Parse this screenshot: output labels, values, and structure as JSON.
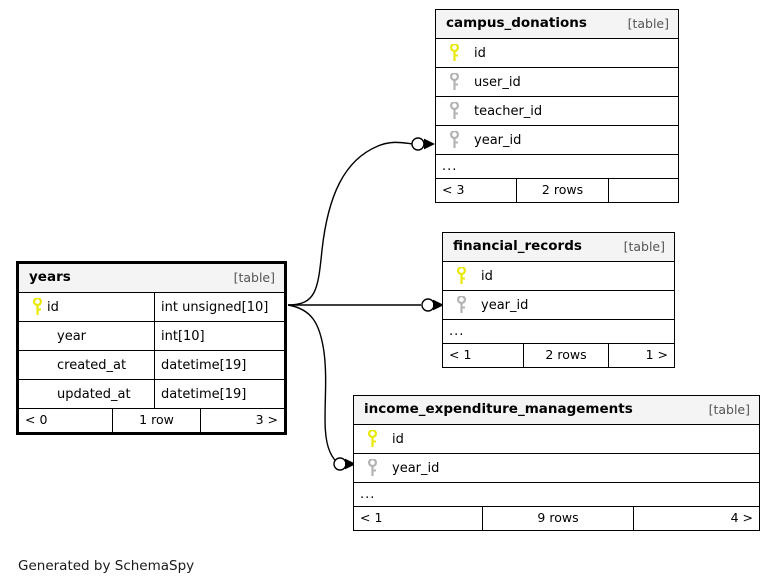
{
  "diagram": {
    "generator_credit": "Generated by SchemaSpy",
    "kind_label": "[table]",
    "ellipsis": "...",
    "colors": {
      "primary_key_icon": "#e8e80a",
      "foreign_key_icon": "#b3b3b3",
      "header_band": "#f4f4f4",
      "border": "#000000",
      "background": "#ffffff"
    }
  },
  "tables": {
    "years": {
      "name": "years",
      "kind": "[table]",
      "focal": true,
      "columns": [
        {
          "name": "id",
          "type": "int unsigned[10]",
          "key": "primary"
        },
        {
          "name": "year",
          "type": "int[10]",
          "key": "none"
        },
        {
          "name": "created_at",
          "type": "datetime[19]",
          "key": "none"
        },
        {
          "name": "updated_at",
          "type": "datetime[19]",
          "key": "none"
        }
      ],
      "has_ellipsis": false,
      "footer": {
        "left": "< 0",
        "center": "1 row",
        "right": "3 >"
      }
    },
    "campus_donations": {
      "name": "campus_donations",
      "kind": "[table]",
      "focal": false,
      "columns": [
        {
          "name": "id",
          "type": "",
          "key": "primary"
        },
        {
          "name": "user_id",
          "type": "",
          "key": "foreign"
        },
        {
          "name": "teacher_id",
          "type": "",
          "key": "foreign"
        },
        {
          "name": "year_id",
          "type": "",
          "key": "foreign"
        }
      ],
      "has_ellipsis": true,
      "footer": {
        "left": "< 3",
        "center": "2 rows",
        "right": ""
      }
    },
    "financial_records": {
      "name": "financial_records",
      "kind": "[table]",
      "focal": false,
      "columns": [
        {
          "name": "id",
          "type": "",
          "key": "primary"
        },
        {
          "name": "year_id",
          "type": "",
          "key": "foreign"
        }
      ],
      "has_ellipsis": true,
      "footer": {
        "left": "< 1",
        "center": "2 rows",
        "right": "1 >"
      }
    },
    "income_expenditure_managements": {
      "name": "income_expenditure_managements",
      "kind": "[table]",
      "focal": false,
      "columns": [
        {
          "name": "id",
          "type": "",
          "key": "primary"
        },
        {
          "name": "year_id",
          "type": "",
          "key": "foreign"
        }
      ],
      "has_ellipsis": true,
      "footer": {
        "left": "< 1",
        "center": "9 rows",
        "right": "4 >"
      }
    }
  },
  "relationships": [
    {
      "from": "years.id",
      "to": "campus_donations.year_id",
      "cardinality": "zero-or-many"
    },
    {
      "from": "years.id",
      "to": "financial_records.year_id",
      "cardinality": "zero-or-many"
    },
    {
      "from": "years.id",
      "to": "income_expenditure_managements.year_id",
      "cardinality": "zero-or-many"
    }
  ]
}
